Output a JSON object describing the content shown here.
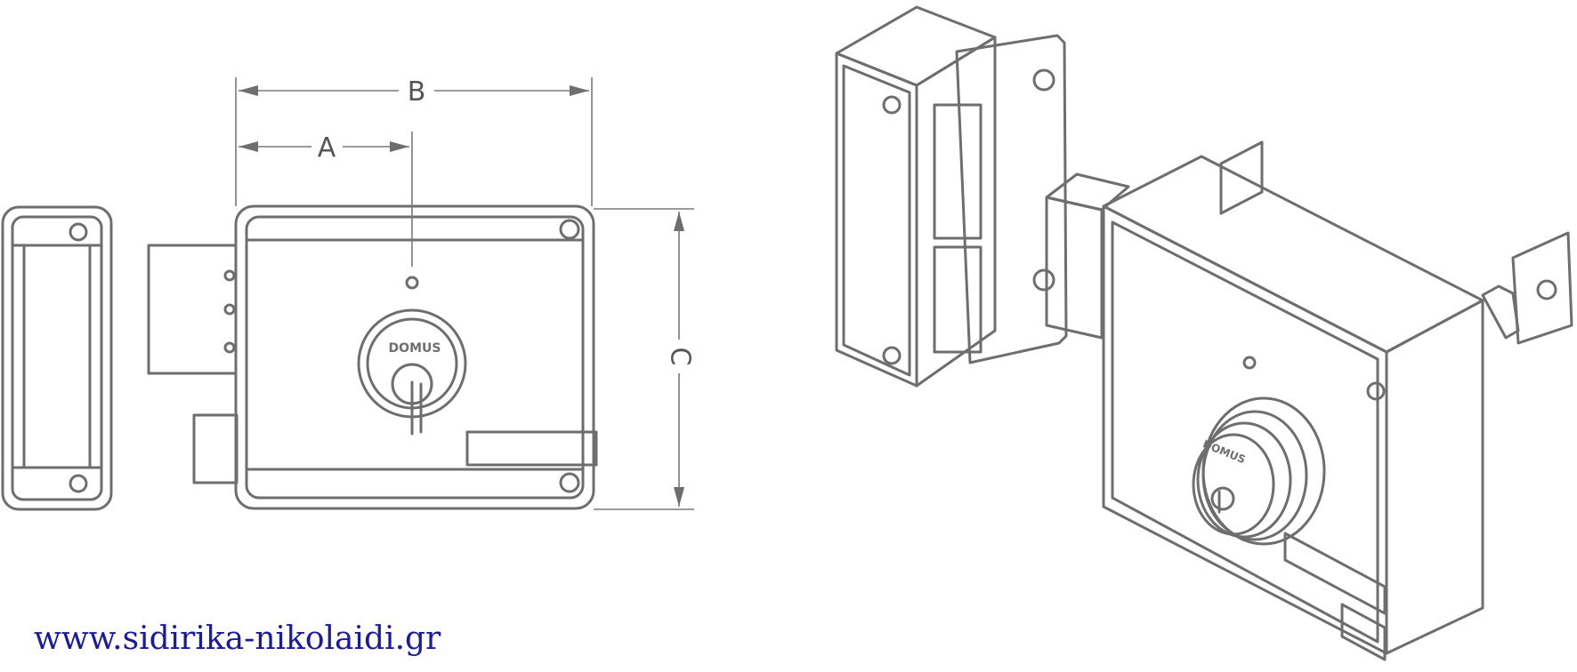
{
  "dimensions": {
    "a": "A",
    "b": "B",
    "c": "C"
  },
  "brand": "DOMUS",
  "website": "www.sidirika-nikolaidi.gr",
  "colors": {
    "line": "#6e6e6e",
    "website_text": "#1a1aa0"
  }
}
